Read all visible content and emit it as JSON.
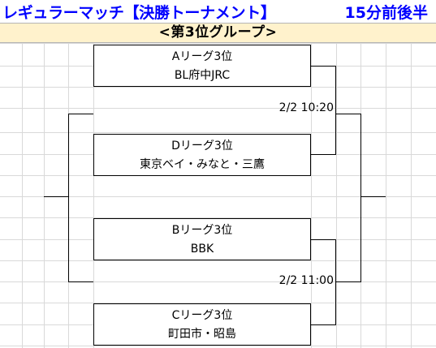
{
  "header": {
    "title": "レギュラーマッチ【決勝トーナメント】",
    "info": "15分前後半"
  },
  "group": {
    "title": "<第3位グループ>"
  },
  "teams": [
    {
      "league": "Aリーグ3位",
      "name": "BL府中JRC"
    },
    {
      "league": "Dリーグ3位",
      "name": "東京ベイ・みなと・三鷹"
    },
    {
      "league": "Bリーグ3位",
      "name": "BBK"
    },
    {
      "league": "Cリーグ3位",
      "name": "町田市・昭島"
    }
  ],
  "matches": [
    {
      "time": "2/2 10:20"
    },
    {
      "time": "2/2 11:00"
    }
  ]
}
